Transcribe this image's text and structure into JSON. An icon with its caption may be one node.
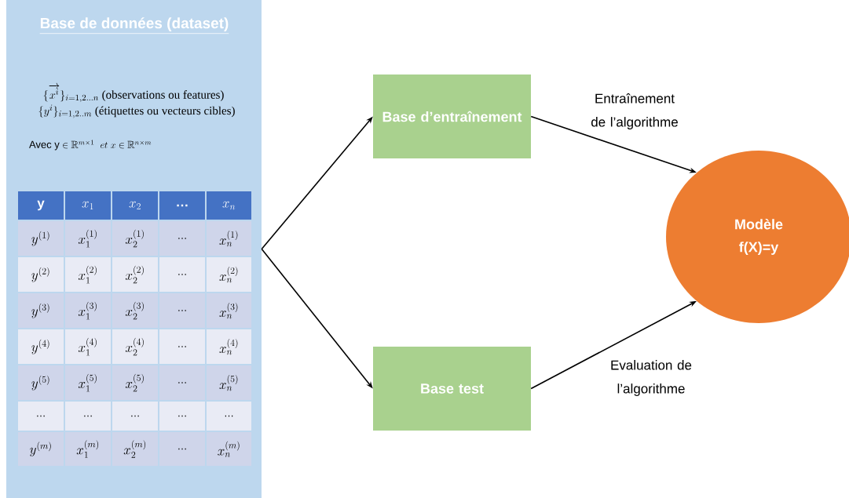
{
  "diagram": {
    "nodes": [
      {
        "text": [
          "Base de données (dataset)"
        ]
      },
      {
        "text": [
          "Base d’entraînement"
        ]
      },
      {
        "text": [
          "Base test"
        ]
      },
      {
        "text": [
          "Modèle f(X)=y"
        ]
      }
    ],
    "edges": [
      {
        "from": 0,
        "to": 1,
        "arrow": "to"
      },
      {
        "from": 0,
        "to": 2,
        "arrow": "to"
      },
      {
        "from": 1,
        "to": 3,
        "arrow": "to",
        "label": "Entraînement de l’algorithme"
      },
      {
        "from": 2,
        "to": 3,
        "arrow": "to",
        "label": "Evaluation de l’algorithme"
      }
    ],
    "labels": [
      "\\{\\overrightarrow{x^{i}}\\}_{i=1,2\\ldots n}\\ \\textrm{(observations ou features)}",
      "\\{y^{i}\\}_{i=1,2..m}\\ \\textrm{(étiquettes ou vecteurs cibles)}",
      "\\textsf{Avec y} \\in \\mathbb{R}^{m\\times 1}\\ \\ et\\ x \\in \\mathbb{R}^{n\\times m}",
      "y",
      "x_1",
      "x_2",
      "…",
      "x_n",
      "y^{(1)}",
      "x_1^{(1)}",
      "x_2^{(1)}",
      "…",
      "x_n^{(1)}",
      "y^{(2)}",
      "x_1^{(2)}",
      "x_2^{(2)}",
      "…",
      "x_n^{(2)}",
      "y^{(3)}",
      "x_1^{(3)}",
      "x_2^{(3)}",
      "…",
      "x_n^{(3)}",
      "y^{(4)}",
      "x_1^{(4)}",
      "x_2^{(4)}",
      "…",
      "x_n^{(4)}",
      "y^{(5)}",
      "x_1^{(5)}",
      "x_2^{(5)}",
      "…",
      "x_n^{(5)}",
      "…",
      "…",
      "…",
      "…",
      "…",
      "y^{(m)}",
      "x_1^{(m)}",
      "x_2^{(m)}",
      "…",
      "x_n^{(m)}"
    ]
  }
}
